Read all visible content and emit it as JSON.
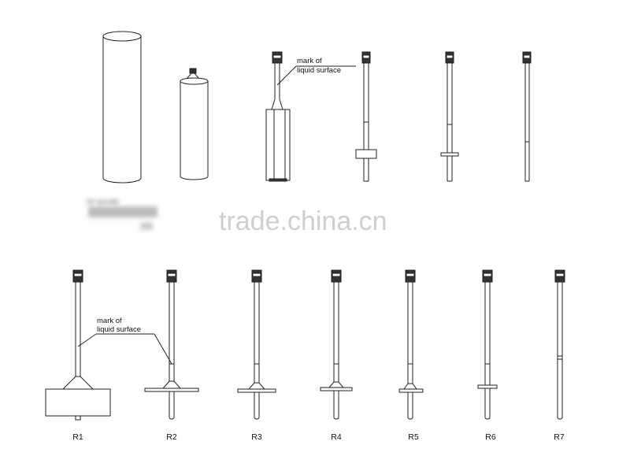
{
  "annotations": {
    "upper": {
      "line1": "mark of",
      "line2": "liquid surface"
    },
    "lower": {
      "line1": "mark of",
      "line2": "liquid surface"
    }
  },
  "watermark": "trade.china.cn",
  "blurred_label": "0# spindle",
  "spindle_labels": [
    "R1",
    "R2",
    "R3",
    "R4",
    "R5",
    "R6",
    "R7"
  ]
}
